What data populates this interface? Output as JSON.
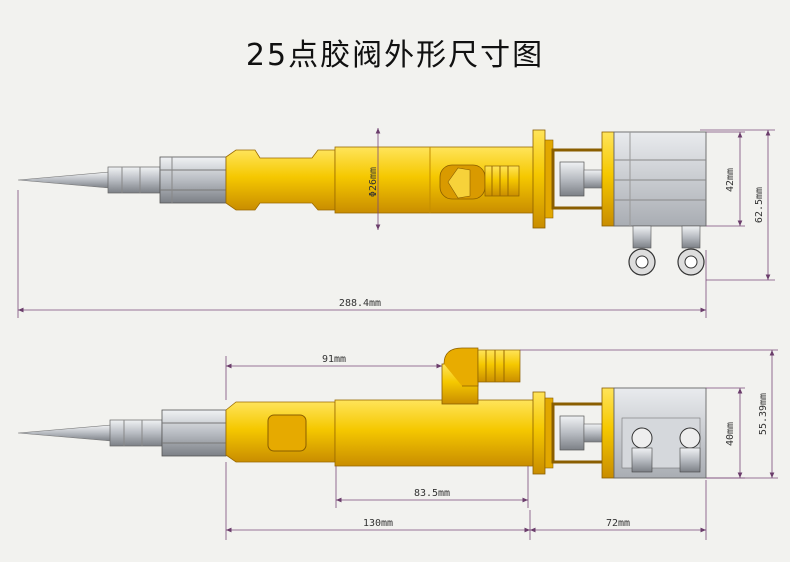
{
  "title": "25点胶阀外形尺寸图",
  "top_view": {
    "diameter_label": "Φ26mm",
    "height_inner": "42mm",
    "height_outer": "62.5mm",
    "total_length": "288.4mm"
  },
  "side_view": {
    "inlet_offset": "91mm",
    "mid_length": "83.5mm",
    "body_length": "130mm",
    "head_length": "72mm",
    "height_inner": "40mm",
    "height_outer": "55.39mm"
  },
  "colors": {
    "body_yellow": "#f5c800",
    "body_orange": "#e8a400",
    "steel": "#c8ccd0",
    "dimension_line": "#7a4a7a"
  }
}
